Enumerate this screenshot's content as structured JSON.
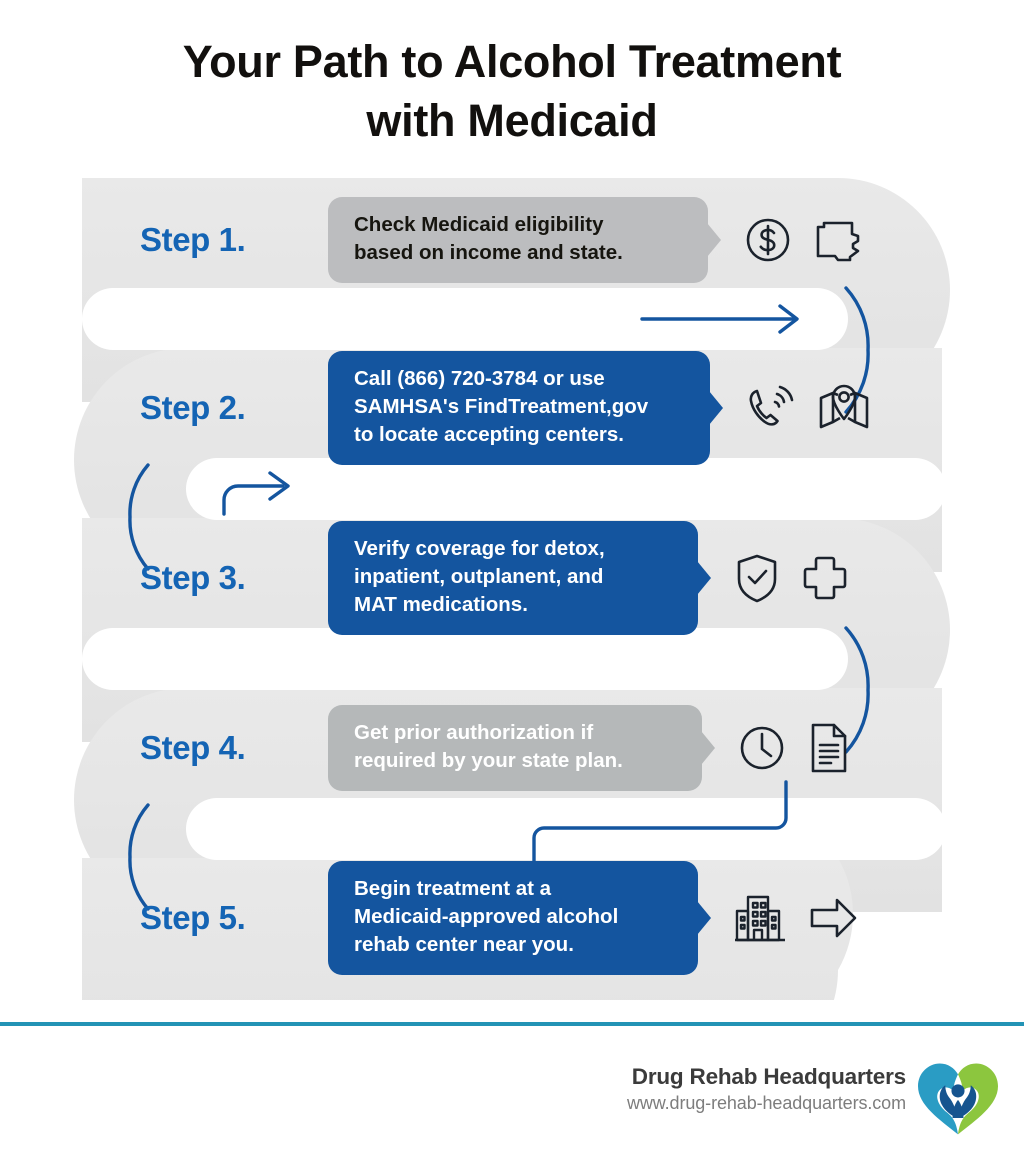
{
  "title": "Your Path to Alcohol Treatment\nwith Medicaid",
  "title_line1": "Your Path to Alcohol Treatment",
  "title_line2": "with Medicaid",
  "colors": {
    "brand_blue": "#14559f",
    "step_label_blue": "#1464b4",
    "track_gray": "#e6e6e6",
    "bubble_gray_dark": "#bcbdbf",
    "bubble_gray_mid": "#b5b8b9",
    "divider_teal": "#2293b5",
    "icon_ink": "#1b222c",
    "logo_teal": "#2a9cc4",
    "logo_green": "#8cc63e",
    "logo_navy": "#16548f"
  },
  "steps": [
    {
      "label": "Step 1.",
      "text": "Check Medicaid eligibility\nbased on income and state.",
      "style": "gray-dark",
      "icons": [
        "dollar-circle-icon",
        "state-map-icon"
      ]
    },
    {
      "label": "Step 2.",
      "text": "Call (866) 720-3784 or use\nSAMHSA's FindTreatment,gov\nto locate accepting centers.",
      "style": "blue",
      "icons": [
        "phone-call-icon",
        "map-pin-icon"
      ]
    },
    {
      "label": "Step 3.",
      "text": "Verify coverage for detox,\ninpatient, outplanent, and\nMAT medications.",
      "style": "blue",
      "icons": [
        "shield-check-icon",
        "medical-cross-icon"
      ]
    },
    {
      "label": "Step 4.",
      "text": "Get prior authorization if\nrequired by your state plan.",
      "style": "gray-mid",
      "icons": [
        "clock-icon",
        "document-icon"
      ]
    },
    {
      "label": "Step 5.",
      "text": "Begin treatment at a\nMedicaid-approved alcohol\nrehab center near you.",
      "style": "blue",
      "icons": [
        "building-icon",
        "arrow-right-outline-icon"
      ]
    }
  ],
  "connectors": [
    {
      "name": "arrow-step1-to-step2",
      "type": "straight-arrow"
    },
    {
      "name": "arc-right-step1",
      "type": "arc"
    },
    {
      "name": "arrow-step2-to-step3",
      "type": "elbow-arrow"
    },
    {
      "name": "arc-left-step2",
      "type": "arc"
    },
    {
      "name": "arc-right-step3",
      "type": "arc"
    },
    {
      "name": "arc-left-step4",
      "type": "arc"
    },
    {
      "name": "connector-step4-to-step5",
      "type": "stepped-line"
    }
  ],
  "footer": {
    "brand_name": "Drug Rehab Headquarters",
    "brand_url": "www.drug-rehab-headquarters.com",
    "logo": "heart-people-logo"
  }
}
